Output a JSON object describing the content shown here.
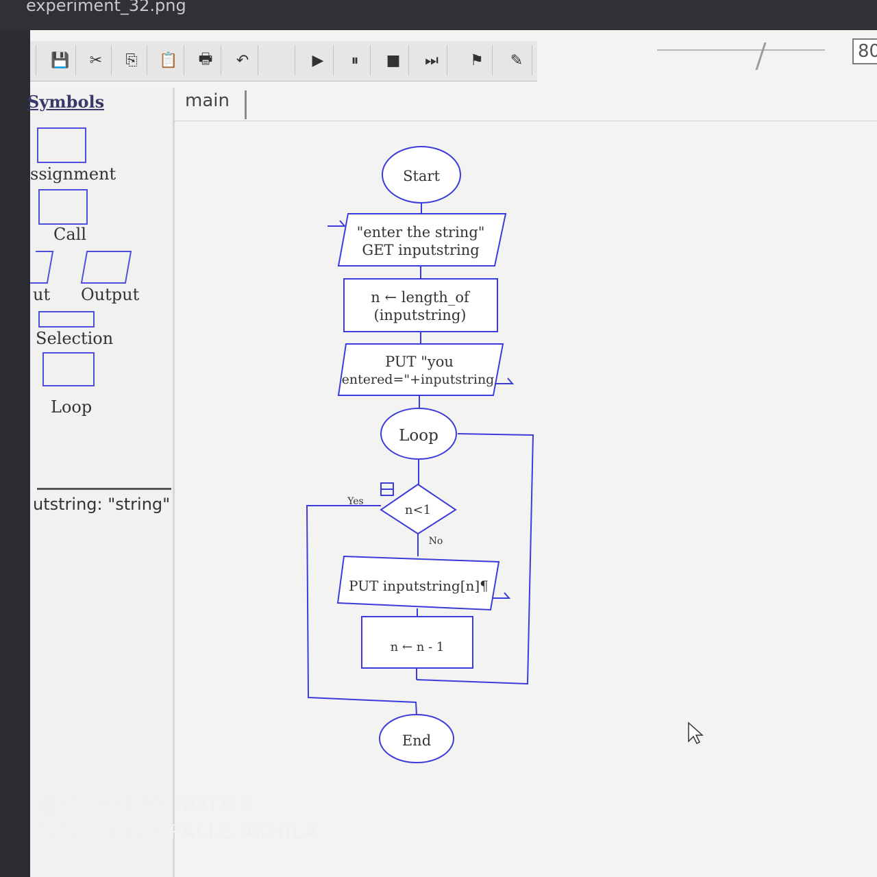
{
  "window": {
    "title": "experiment_32.png"
  },
  "toolbar": {
    "buttons": [
      {
        "name": "menu-icon",
        "glyph": ":"
      },
      {
        "name": "save-icon",
        "glyph": "💾"
      },
      {
        "name": "cut-icon",
        "glyph": "✂"
      },
      {
        "name": "copy-icon",
        "glyph": "⎘"
      },
      {
        "name": "paste-icon",
        "glyph": "📋"
      },
      {
        "name": "print-icon",
        "glyph": "🖶"
      },
      {
        "name": "undo-icon",
        "glyph": "↶"
      },
      {
        "name": "blank-icon",
        "glyph": ""
      },
      {
        "name": "run-icon",
        "glyph": "▶"
      },
      {
        "name": "pause-icon",
        "glyph": "⏸"
      },
      {
        "name": "stop-icon",
        "glyph": "■"
      },
      {
        "name": "step-icon",
        "glyph": "⏭"
      },
      {
        "name": "debug-icon",
        "glyph": "⚑"
      },
      {
        "name": "pen-icon",
        "glyph": "✎"
      }
    ],
    "zoom_value": "80"
  },
  "symbols_panel": {
    "title": "Symbols",
    "items": {
      "assignment": "ssignment",
      "call": "Call",
      "input": "ut",
      "output": "Output",
      "selection": "Selection",
      "loop": "Loop"
    },
    "variable": "utstring: \"string\""
  },
  "tabs": {
    "main": "main"
  },
  "flowchart": {
    "start": "Start",
    "input_line1": "\"enter the string\"",
    "input_line2": "GET inputstring",
    "assign_line1": "n ← length_of",
    "assign_line2": "(inputstring)",
    "output1_line1": "PUT \"you",
    "output1_line2": "entered=\"+inputstring",
    "loop": "Loop",
    "condition": "n<1",
    "yes": "Yes",
    "no": "No",
    "output2": "PUT inputstring[n]¶",
    "decrement": "n ← n - 1",
    "end": "End"
  },
  "watermark": {
    "line1": "REDMI NOTE 8",
    "line2": "YELAMPALLE AKHILA"
  },
  "colors": {
    "flow_blue": "#3b3bdc",
    "panel_bg": "#f1f1ef"
  }
}
